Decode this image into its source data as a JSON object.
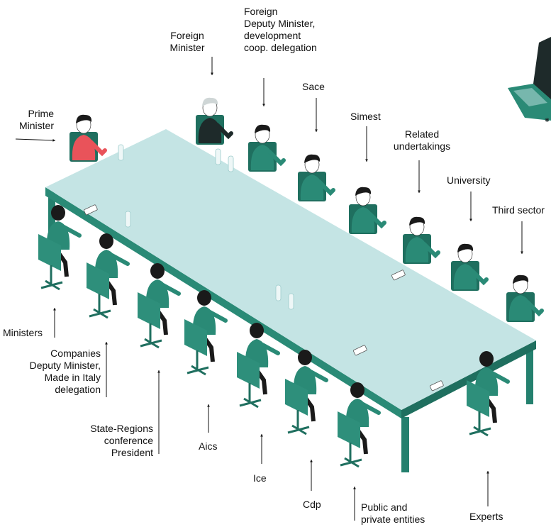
{
  "labels": {
    "prime_minister": "Prime\nMinister",
    "foreign_minister": "Foreign\nMinister",
    "foreign_deputy_minister": "Foreign\nDeputy Minister,\ndevelopment\ncoop. delegation",
    "sace": "Sace",
    "simest": "Simest",
    "related_undertakings": "Related\nundertakings",
    "university": "University",
    "third_sector": "Third sector",
    "ministers": "Ministers",
    "companies_deputy_minister": "Companies\nDeputy Minister,\nMade in Italy\ndelegation",
    "state_regions": "State-Regions\nconference\nPresident",
    "aics": "Aics",
    "ice": "Ice",
    "cdp": "Cdp",
    "public_private": "Public and\nprivate entities",
    "experts": "Experts"
  },
  "colors": {
    "table_top": "#c4e4e4",
    "table_side": "#2a8a76",
    "table_leg": "#24806e",
    "chair": "#2e8f7b",
    "chair_dark": "#1f6f5f",
    "person_teal": "#2a8a76",
    "person_red": "#e9535a",
    "person_dark": "#1e2a2a",
    "skin": "#ffffff",
    "hair": "#1a1a1a",
    "arrow": "#111111",
    "laptop": "#2a8a76"
  }
}
